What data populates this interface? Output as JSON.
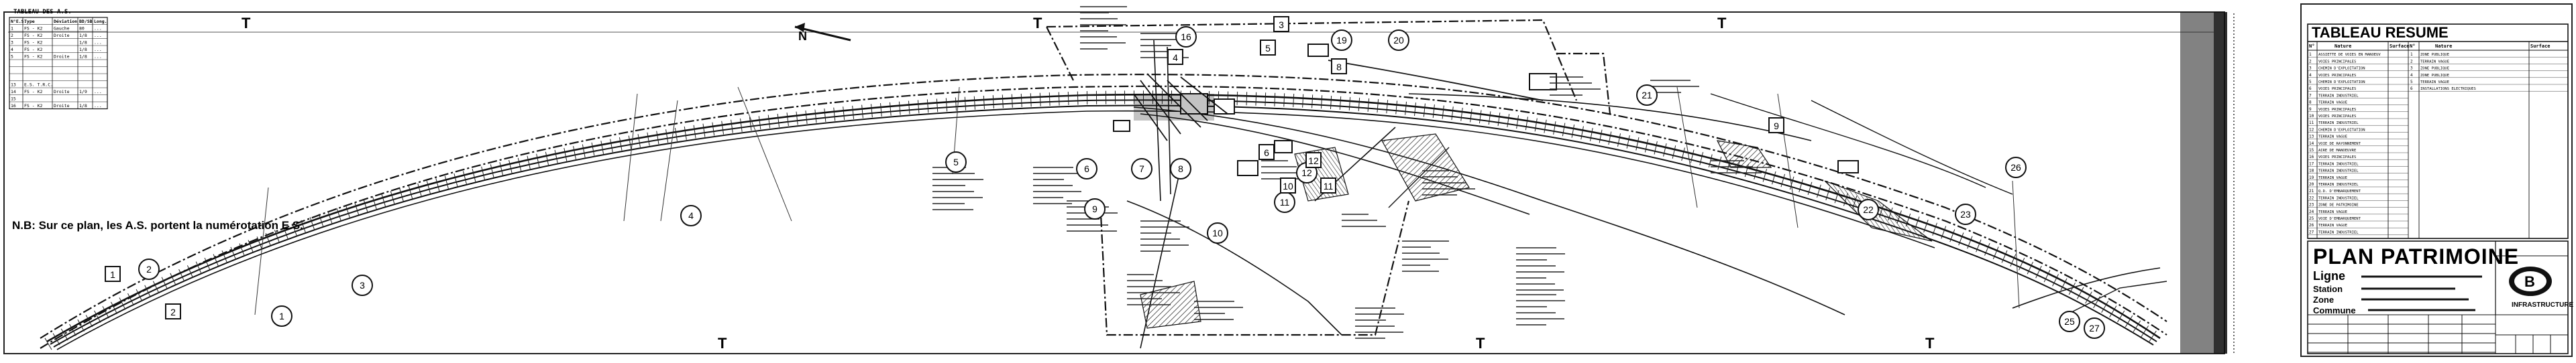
{
  "drawing": {
    "as_table": {
      "title": "TABLEAU DES A.S.",
      "headers": [
        "N°E.S.",
        "Type",
        "Déviation",
        "BD/SB",
        "Long."
      ],
      "rows": [
        [
          "1",
          "FS - K2",
          "Gauche",
          "80",
          "..."
        ],
        [
          "2",
          "FS - K2",
          "Droite",
          "1/8",
          "..."
        ],
        [
          "3",
          "FS - K2",
          "",
          "1/8",
          "..."
        ],
        [
          "4",
          "FS - K2",
          "",
          "1/8",
          "..."
        ],
        [
          "5",
          "FS - K2",
          "Droite",
          "1/8",
          "..."
        ],
        [
          "",
          "",
          "",
          "",
          ""
        ],
        [
          "",
          "",
          "",
          "",
          ""
        ],
        [
          "",
          "",
          "",
          "",
          ""
        ],
        [
          "13",
          "E.S. T.R.C.",
          "",
          "",
          ""
        ],
        [
          "14",
          "FS - K2",
          "Droite",
          "1/9",
          "..."
        ],
        [
          "15",
          "",
          "",
          "",
          ""
        ],
        [
          "16",
          "FS - K2",
          "Droite",
          "1/8",
          "..."
        ]
      ]
    },
    "note": "N.B: Sur ce plan, les A.S. portent la numérotation E.S.",
    "north_label": "N",
    "t_marks": [
      "T",
      "T",
      "T",
      "T",
      "T",
      "T"
    ],
    "circled_labels": [
      "1",
      "2",
      "3",
      "4",
      "5",
      "6",
      "7",
      "8",
      "9",
      "10",
      "11",
      "12",
      "16",
      "19",
      "20",
      "21",
      "22",
      "23",
      "25",
      "26",
      "27"
    ],
    "boxed_labels": [
      "1",
      "2",
      "3",
      "4",
      "5",
      "6",
      "8",
      "9",
      "10",
      "11",
      "12"
    ]
  },
  "summary": {
    "title": "TABLEAU RESUME",
    "col_headers": [
      "N°",
      "Nature",
      "Surface",
      "N°",
      "Nature",
      "Surface"
    ],
    "left_rows": [
      [
        "1",
        "ASSIETTE DE VOIES EN MANOEUV",
        ""
      ],
      [
        "2",
        "VOIES PRINCIPALES",
        ""
      ],
      [
        "3",
        "CHEMIN D'EXPLOITATION",
        ""
      ],
      [
        "4",
        "VOIES PRINCIPALES",
        ""
      ],
      [
        "5",
        "CHEMIN D'EXPLOITATION",
        ""
      ],
      [
        "6",
        "VOIES PRINCIPALES",
        ""
      ],
      [
        "7",
        "TERRAIN INDUSTRIEL",
        ""
      ],
      [
        "8",
        "TERRAIN VAGUE",
        ""
      ],
      [
        "9",
        "VOIES PRINCIPALES",
        ""
      ],
      [
        "10",
        "VOIES PRINCIPALES",
        ""
      ],
      [
        "11",
        "TERRAIN INDUSTRIEL",
        ""
      ],
      [
        "12",
        "CHEMIN D'EXPLOITATION",
        ""
      ],
      [
        "13",
        "TERRAIN VAGUE",
        ""
      ],
      [
        "14",
        "VOIE DE RAYONNEMENT",
        ""
      ],
      [
        "15",
        "AIRE DE MANOEUVRE",
        ""
      ],
      [
        "16",
        "VOIES PRINCIPALES",
        ""
      ],
      [
        "17",
        "TERRAIN INDUSTRIEL",
        ""
      ],
      [
        "18",
        "TERRAIN INDUSTRIEL",
        ""
      ],
      [
        "19",
        "TERRAIN VAGUE",
        ""
      ],
      [
        "20",
        "TERRAIN INDUSTRIEL",
        ""
      ],
      [
        "21",
        "Q.D. D'EMBARQUEMENT",
        ""
      ],
      [
        "22",
        "TERRAIN INDUSTRIEL",
        ""
      ],
      [
        "23",
        "ZONE DE PATRIMOINE",
        ""
      ],
      [
        "24",
        "TERRAIN VAGUE",
        ""
      ],
      [
        "25",
        "VOIE D'EMBARQUEMENT",
        ""
      ],
      [
        "26",
        "TERRAIN VAGUE",
        ""
      ],
      [
        "27",
        "TERRAIN INDUSTRIEL",
        ""
      ]
    ],
    "right_rows": [
      [
        "1",
        "ZONE PUBLIQUE",
        ""
      ],
      [
        "2",
        "TERRAIN VAGUE",
        ""
      ],
      [
        "3",
        "ZONE PUBLIQUE",
        ""
      ],
      [
        "4",
        "ZONE PUBLIQUE",
        ""
      ],
      [
        "5",
        "TERRAIN VAGUE",
        ""
      ],
      [
        "6",
        "INSTALLATIONS ELECTRIQUES",
        ""
      ]
    ]
  },
  "cartouche": {
    "title": "PLAN PATRIMOINE",
    "line_label": "Ligne",
    "line_value": "",
    "station_label": "Station",
    "station_value": "",
    "zone_label": "Zone",
    "zone_value": "",
    "commune_label": "Commune",
    "commune_value": "",
    "logo_letter": "B",
    "org_line1": "INFRASTRUCTURE",
    "org_line2": "",
    "top_right_label": "",
    "sheet_code": ""
  }
}
